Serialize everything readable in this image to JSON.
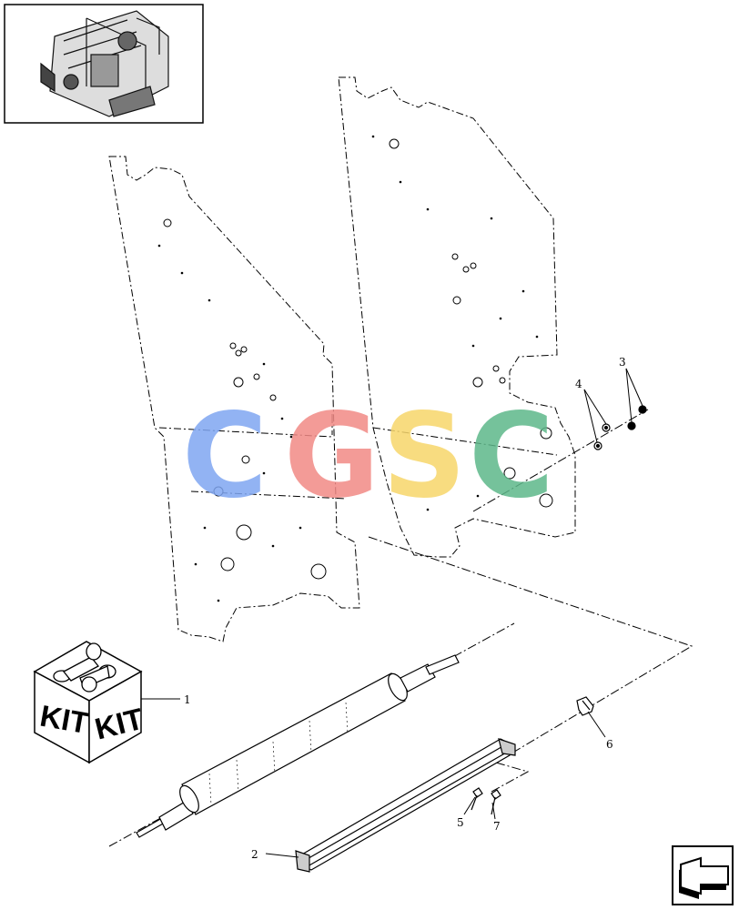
{
  "callouts": {
    "c1": "1",
    "c2": "2",
    "c3": "3",
    "c4": "4",
    "c5": "5",
    "c6": "6",
    "c7": "7"
  },
  "kit_box": {
    "label_left": "KIT",
    "label_right": "KIT"
  },
  "watermark": {
    "letters": [
      "C",
      "G",
      "S",
      "C"
    ],
    "colors": [
      "#7fa6f2",
      "#f28a86",
      "#f7d66b",
      "#5eb88a"
    ]
  },
  "nav_icon": "arrow-icon"
}
